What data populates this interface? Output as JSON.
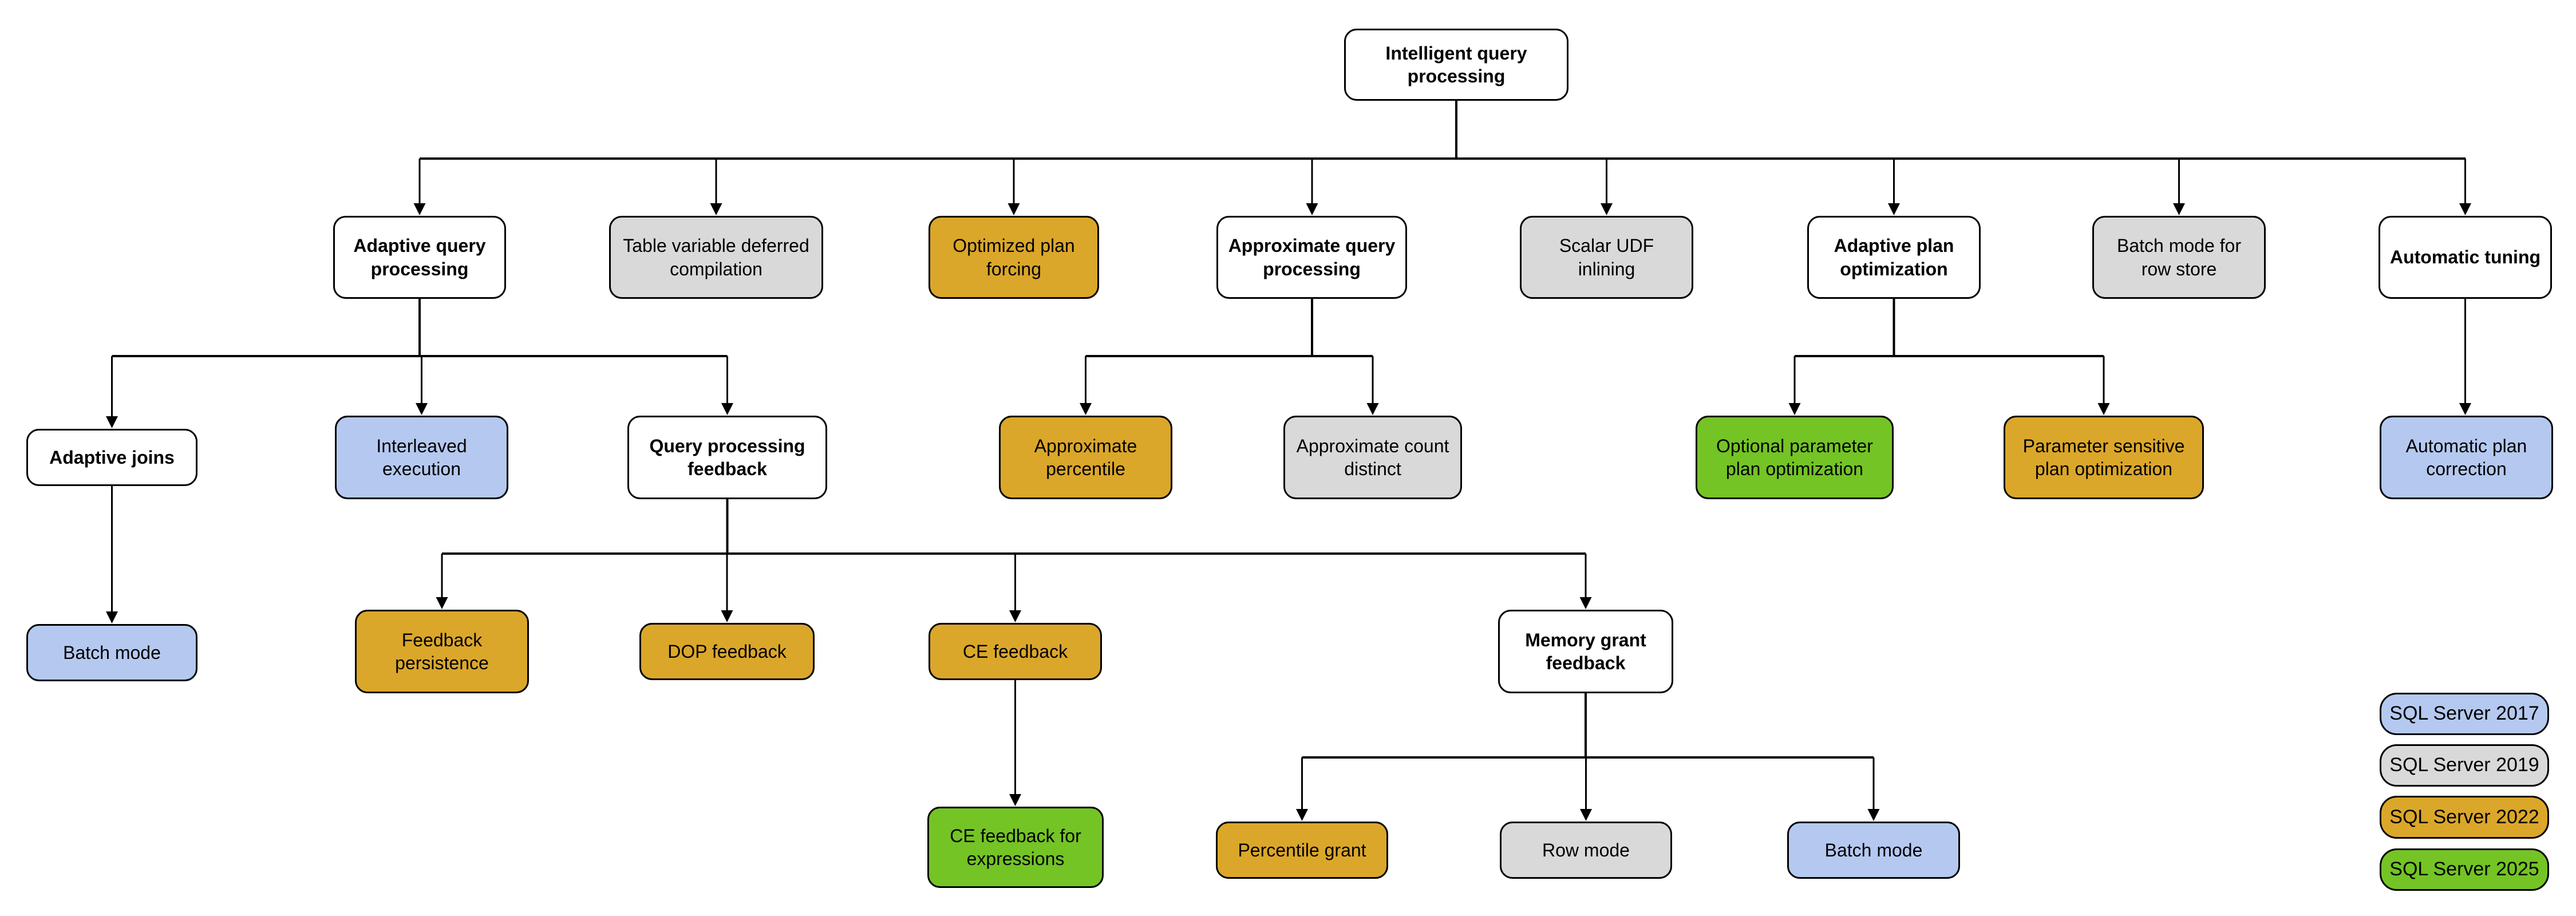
{
  "diagram": {
    "title_node": "Intelligent query processing",
    "colors": {
      "white": "#FFFFFF",
      "v2017": "#B5C9F0",
      "v2019": "#D9D9D9",
      "v2022": "#DBA72A",
      "v2025": "#74C425"
    },
    "nodes": {
      "iqp": {
        "label": "Intelligent query processing",
        "version": "white"
      },
      "aqp": {
        "label": "Adaptive query processing",
        "version": "white"
      },
      "tvdc": {
        "label": "Table variable deferred compilation",
        "version": "v2019"
      },
      "opf": {
        "label": "Optimized plan forcing",
        "version": "v2022"
      },
      "aqproc": {
        "label": "Approximate query processing",
        "version": "white"
      },
      "sudf": {
        "label": "Scalar UDF inlining",
        "version": "v2019"
      },
      "apo": {
        "label": "Adaptive plan optimization",
        "version": "white"
      },
      "bmrs": {
        "label": "Batch mode for row store",
        "version": "v2019"
      },
      "at": {
        "label": "Automatic tuning",
        "version": "white"
      },
      "aj": {
        "label": "Adaptive joins",
        "version": "white"
      },
      "ie": {
        "label": "Interleaved execution",
        "version": "v2017"
      },
      "qpf": {
        "label": "Query processing feedback",
        "version": "white"
      },
      "ap": {
        "label": "Approximate percentile",
        "version": "v2022"
      },
      "acd": {
        "label": "Approximate count distinct",
        "version": "v2019"
      },
      "oppo": {
        "label": "Optional parameter plan optimization",
        "version": "v2025"
      },
      "pspo": {
        "label": "Parameter sensitive plan optimization",
        "version": "v2022"
      },
      "apc": {
        "label": "Automatic plan correction",
        "version": "v2017"
      },
      "bm1": {
        "label": "Batch mode",
        "version": "v2017"
      },
      "fp": {
        "label": "Feedback persistence",
        "version": "v2022"
      },
      "dop": {
        "label": "DOP feedback",
        "version": "v2022"
      },
      "cef": {
        "label": "CE feedback",
        "version": "v2022"
      },
      "mgf": {
        "label": "Memory grant feedback",
        "version": "white"
      },
      "cfe": {
        "label": "CE feedback for expressions",
        "version": "v2025"
      },
      "pg": {
        "label": "Percentile grant",
        "version": "v2022"
      },
      "rm": {
        "label": "Row mode",
        "version": "v2019"
      },
      "bm2": {
        "label": "Batch mode",
        "version": "v2017"
      }
    },
    "legend": {
      "items": [
        {
          "label": "SQL Server 2017",
          "color": "#B5C9F0"
        },
        {
          "label": "SQL Server 2019",
          "color": "#D9D9D9"
        },
        {
          "label": "SQL Server 2022",
          "color": "#DBA72A"
        },
        {
          "label": "SQL Server 2025",
          "color": "#74C425"
        }
      ]
    }
  }
}
